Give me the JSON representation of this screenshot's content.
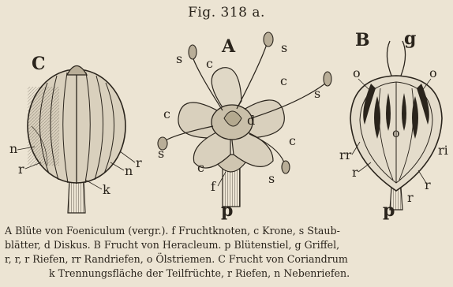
{
  "figure_title": "Fig. 318 a.",
  "labels": {
    "C": "C",
    "A": "A",
    "B": "B",
    "n": "n",
    "r": "r",
    "k": "k",
    "s": "s",
    "c": "c",
    "d": "d",
    "f": "f",
    "p": "p",
    "g": "g",
    "o": "o",
    "rr": "rr",
    "ri": "ri"
  },
  "caption": {
    "line1": "A Blüte von Foeniculum (vergr.).  f Fruchtknoten, c Krone, s Staub-",
    "line2": "blätter, d Diskus.  B Frucht von Heracleum.  p Blütenstiel, g Griffel,",
    "line3": "r, r, r Riefen, rr Randriefen, o Ölstriemen.  C Frucht von Coriandrum",
    "line4": "k Trennungsfläche der Teilfrüchte, r Riefen, n Nebenriefen."
  }
}
